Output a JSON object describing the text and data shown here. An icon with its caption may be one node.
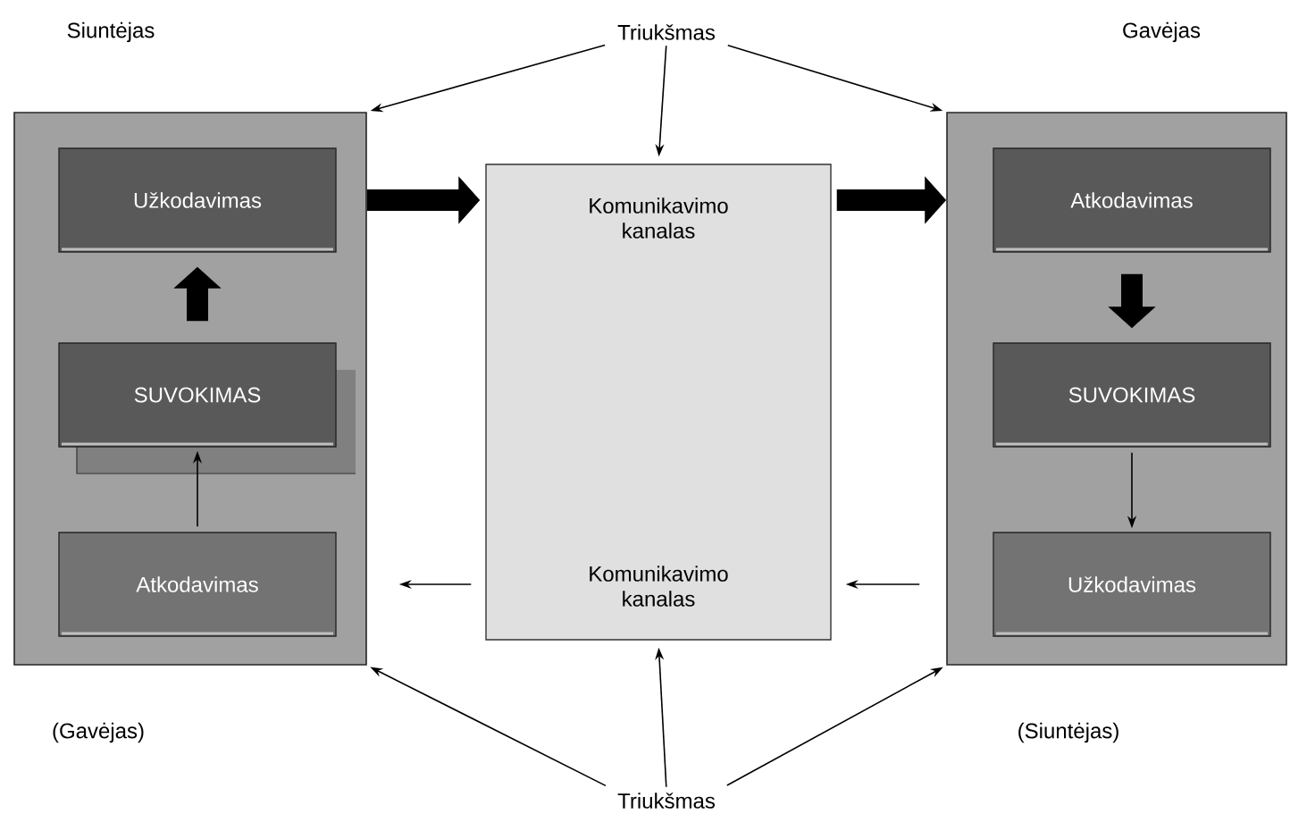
{
  "diagram": {
    "nodes": [
      {
        "text": [
          "Siuntėjas"
        ],
        "beside": [
          "(Gavėjas)"
        ]
      },
      {
        "text": [
          "Užkodavimas"
        ],
        "in": 0
      },
      {
        "text": [
          "SUVOKIMAS"
        ],
        "in": 0
      },
      {
        "text": [
          "Atkodavimas"
        ],
        "in": 0
      },
      {
        "text": [
          "Komunikavimo kanalas",
          "Komunikavimo kanalas"
        ]
      },
      {
        "text": [
          "Gavėjas"
        ],
        "beside": [
          "(Siuntėjas)"
        ]
      },
      {
        "text": [
          "Atkodavimas"
        ],
        "in": 5
      },
      {
        "text": [
          "SUVOKIMAS"
        ],
        "in": 5
      },
      {
        "text": [
          "Užkodavimas"
        ],
        "in": 5
      },
      {
        "text": [
          "Triukšmas"
        ]
      },
      {
        "text": [
          "Triukšmas"
        ]
      }
    ],
    "edges": [
      {
        "from": 2,
        "to": 1,
        "arrow": "to",
        "style": "thick"
      },
      {
        "from": 3,
        "to": 2,
        "arrow": "to"
      },
      {
        "from": 6,
        "to": 7,
        "arrow": "to",
        "style": "thick"
      },
      {
        "from": 7,
        "to": 8,
        "arrow": "to"
      },
      {
        "from": 0,
        "to": 4,
        "arrow": "to",
        "style": "thick"
      },
      {
        "from": 4,
        "to": 5,
        "arrow": "to",
        "style": "thick"
      },
      {
        "from": 5,
        "to": 4,
        "arrow": "to"
      },
      {
        "from": 4,
        "to": 0,
        "arrow": "to"
      },
      {
        "from": 9,
        "to": 0,
        "arrow": "to"
      },
      {
        "from": 9,
        "to": 4,
        "arrow": "to"
      },
      {
        "from": 9,
        "to": 5,
        "arrow": "to"
      },
      {
        "from": 10,
        "to": 0,
        "arrow": "to"
      },
      {
        "from": 10,
        "to": 4,
        "arrow": "to"
      },
      {
        "from": 10,
        "to": 5,
        "arrow": "to"
      }
    ]
  }
}
